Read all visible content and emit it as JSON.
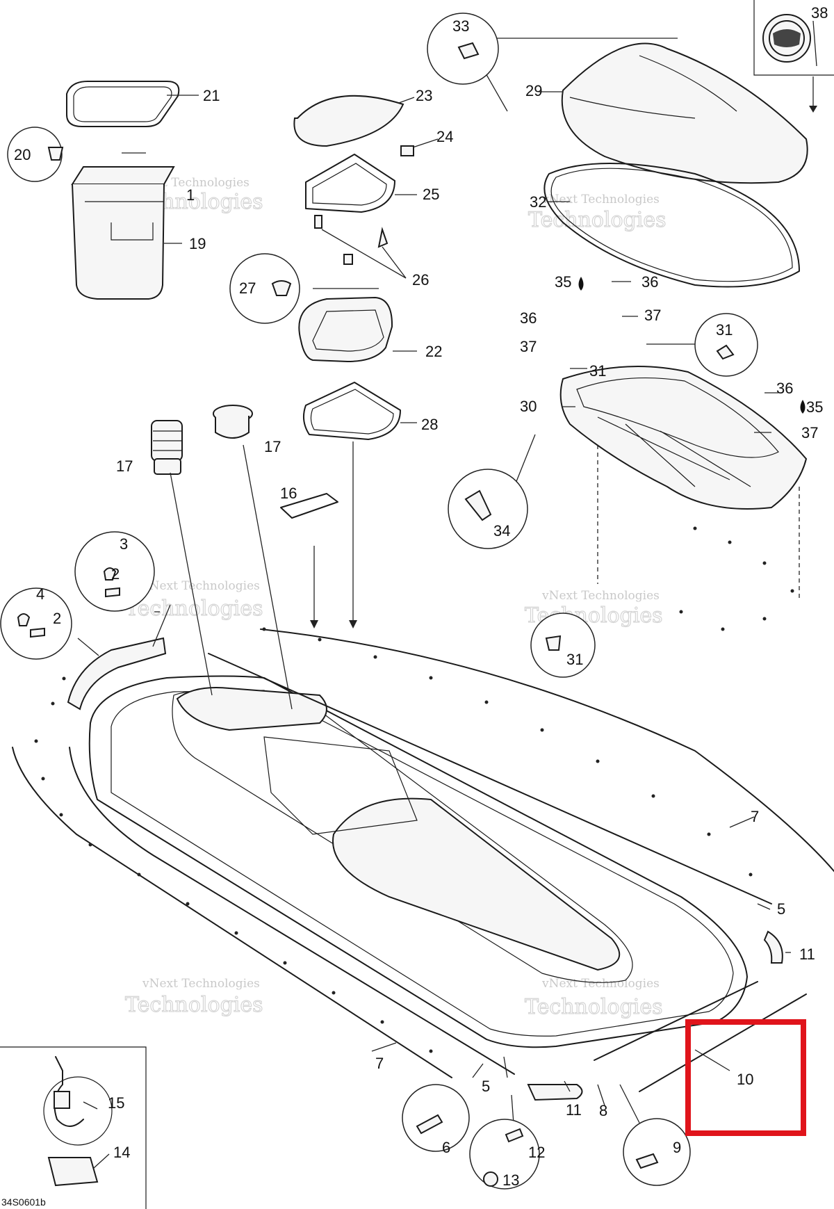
{
  "diagram": {
    "doc_number": "34S0601b",
    "highlight_color": "#e0141b",
    "watermark_line1": "vNext Technologies",
    "watermark_line2": "Technologies",
    "callouts": [
      {
        "id": "c1",
        "label": "1"
      },
      {
        "id": "c2a",
        "label": "2"
      },
      {
        "id": "c2b",
        "label": "2"
      },
      {
        "id": "c3",
        "label": "3"
      },
      {
        "id": "c4",
        "label": "4"
      },
      {
        "id": "c5a",
        "label": "5"
      },
      {
        "id": "c5b",
        "label": "5"
      },
      {
        "id": "c6",
        "label": "6"
      },
      {
        "id": "c7a",
        "label": "7"
      },
      {
        "id": "c7b",
        "label": "7"
      },
      {
        "id": "c8",
        "label": "8"
      },
      {
        "id": "c9",
        "label": "9"
      },
      {
        "id": "c10",
        "label": "10"
      },
      {
        "id": "c11a",
        "label": "11"
      },
      {
        "id": "c11b",
        "label": "11"
      },
      {
        "id": "c12",
        "label": "12"
      },
      {
        "id": "c13",
        "label": "13"
      },
      {
        "id": "c14",
        "label": "14"
      },
      {
        "id": "c15",
        "label": "15"
      },
      {
        "id": "c16",
        "label": "16"
      },
      {
        "id": "c17a",
        "label": "17"
      },
      {
        "id": "c17b",
        "label": "17"
      },
      {
        "id": "c19",
        "label": "19"
      },
      {
        "id": "c20",
        "label": "20"
      },
      {
        "id": "c21",
        "label": "21"
      },
      {
        "id": "c22",
        "label": "22"
      },
      {
        "id": "c23",
        "label": "23"
      },
      {
        "id": "c24",
        "label": "24"
      },
      {
        "id": "c25",
        "label": "25"
      },
      {
        "id": "c26",
        "label": "26"
      },
      {
        "id": "c27",
        "label": "27"
      },
      {
        "id": "c28",
        "label": "28"
      },
      {
        "id": "c29",
        "label": "29"
      },
      {
        "id": "c30",
        "label": "30"
      },
      {
        "id": "c31a",
        "label": "31"
      },
      {
        "id": "c31b",
        "label": "31"
      },
      {
        "id": "c31c",
        "label": "31"
      },
      {
        "id": "c32",
        "label": "32"
      },
      {
        "id": "c33",
        "label": "33"
      },
      {
        "id": "c34",
        "label": "34"
      },
      {
        "id": "c35a",
        "label": "35"
      },
      {
        "id": "c35b",
        "label": "35"
      },
      {
        "id": "c36a",
        "label": "36"
      },
      {
        "id": "c36b",
        "label": "36"
      },
      {
        "id": "c36c",
        "label": "36"
      },
      {
        "id": "c37a",
        "label": "37"
      },
      {
        "id": "c37b",
        "label": "37"
      },
      {
        "id": "c37c",
        "label": "37"
      },
      {
        "id": "c38",
        "label": "38"
      }
    ]
  }
}
